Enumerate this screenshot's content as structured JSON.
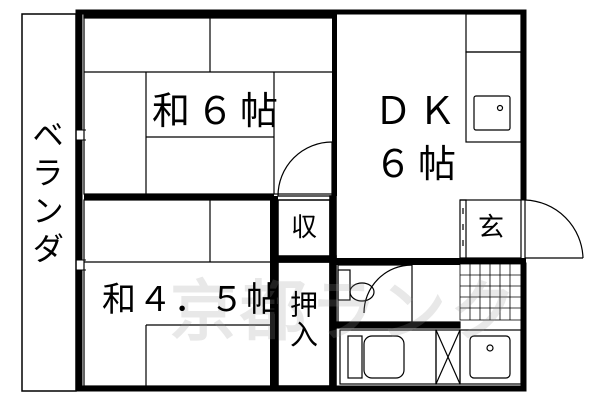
{
  "rooms": {
    "washitsu_6": "和６帖",
    "dk_name": "ＤＫ",
    "dk_size": "６帖",
    "washitsu_45": "和４．５帖",
    "storage": "収",
    "oshiire": "押入",
    "entrance": "玄",
    "veranda": "ベランダ"
  },
  "watermark": "京都ランク",
  "colors": {
    "line": "#000000",
    "wall": "#000000",
    "background": "#ffffff"
  }
}
